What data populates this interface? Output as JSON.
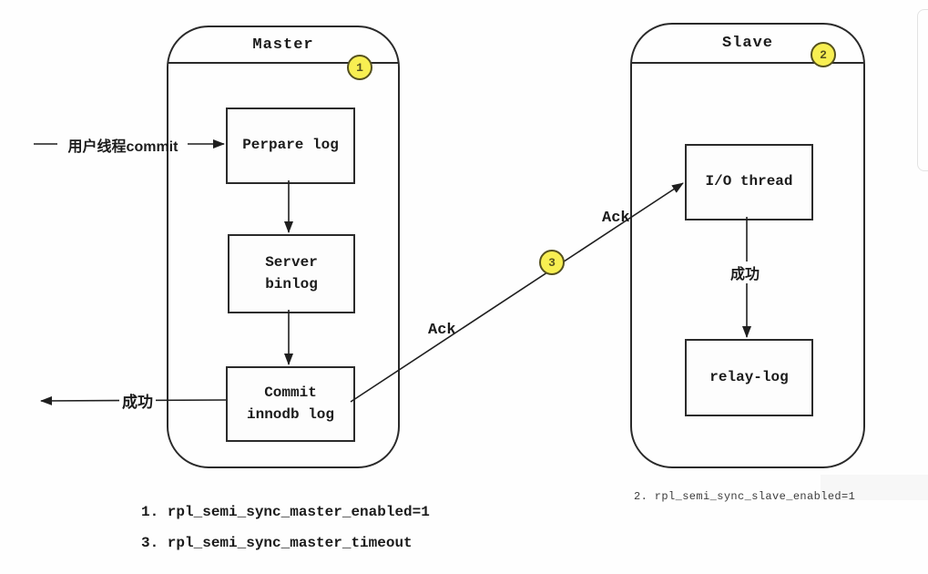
{
  "colors": {
    "badge_fill": "#f8ef52",
    "badge_border": "#55511f",
    "line": "#1f1f1f",
    "background": "#fefefe"
  },
  "master": {
    "title": "Master",
    "badge": "1",
    "boxes": [
      {
        "lines": [
          "Perpare log"
        ]
      },
      {
        "lines": [
          "Server",
          "binlog"
        ]
      },
      {
        "lines": [
          "Commit",
          "innodb log"
        ]
      }
    ]
  },
  "slave": {
    "title": "Slave",
    "badge": "2",
    "boxes": [
      {
        "lines": [
          "I/O thread"
        ]
      },
      {
        "lines": [
          "relay-log"
        ]
      }
    ]
  },
  "labels": {
    "user_thread_commit": "用户线程commit",
    "success_master": "成功",
    "success_slave": "成功",
    "ack_lower": "Ack",
    "ack_upper": "Ack",
    "badge3": "3"
  },
  "notes": [
    "1. rpl_semi_sync_master_enabled=1",
    "3. rpl_semi_sync_master_timeout",
    "2. rpl_semi_sync_slave_enabled=1"
  ]
}
